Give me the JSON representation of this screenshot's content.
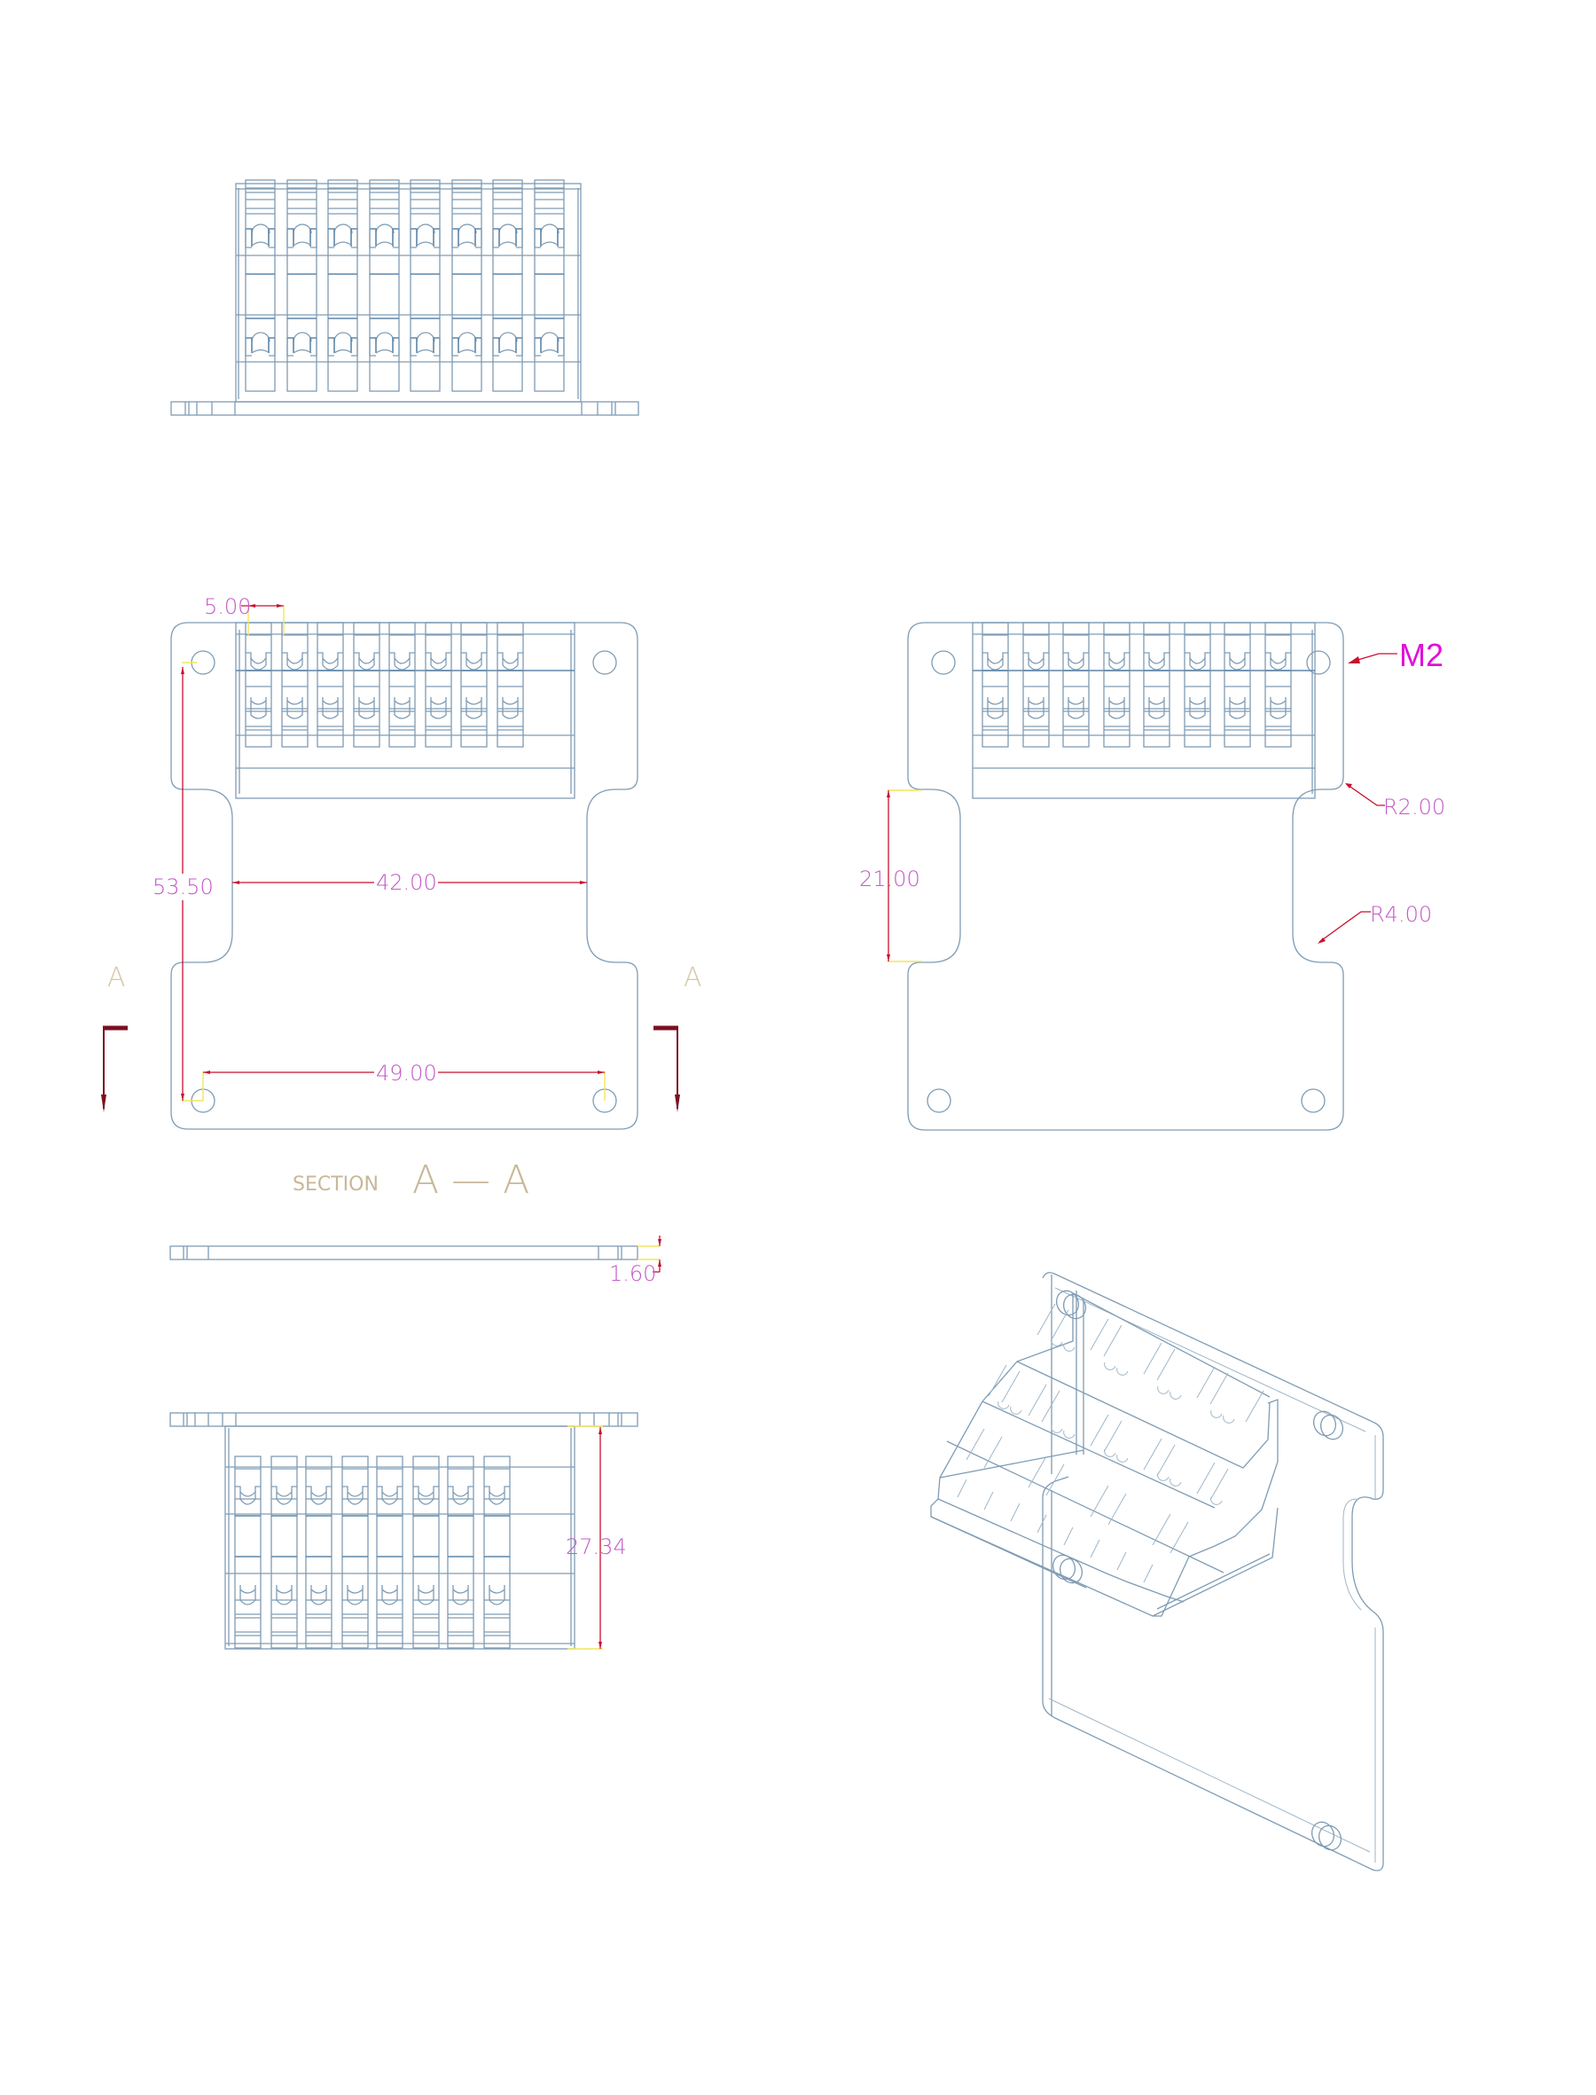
{
  "drawing": {
    "views": {
      "front_top": {
        "label": "Top elevation view (connector front)",
        "modules": 8
      },
      "plan_left": {
        "label": "Plan view with dimensions",
        "modules": 8
      },
      "plan_right": {
        "label": "Plan view with radius callouts",
        "modules": 8
      },
      "section": {
        "label": "Section A-A"
      },
      "front_bottom": {
        "label": "Bottom elevation view",
        "modules": 8
      },
      "isometric": {
        "label": "Isometric view"
      }
    },
    "dimensions": {
      "pitch": "5.00",
      "overall_height": "53.50",
      "neck_width": "42.00",
      "hole_spacing": "49.00",
      "notch_height": "21.00",
      "corner_radius": "R2.00",
      "notch_radius": "R4.00",
      "thickness": "1.60",
      "connector_height": "27.34"
    },
    "callouts": {
      "thread": "M2"
    },
    "section_markers": {
      "left": "A",
      "right": "A"
    },
    "section_title": {
      "prefix": "SECTION",
      "name": "A — A"
    },
    "colors": {
      "outline": "#7f9cb4",
      "dimension_line": "#c8102e",
      "dimension_text": "#c45ac8",
      "extension_line": "#f2e55c",
      "callout_text": "#e010d8",
      "section_marker": "#7a1020",
      "label_text": "#c8b898"
    }
  }
}
